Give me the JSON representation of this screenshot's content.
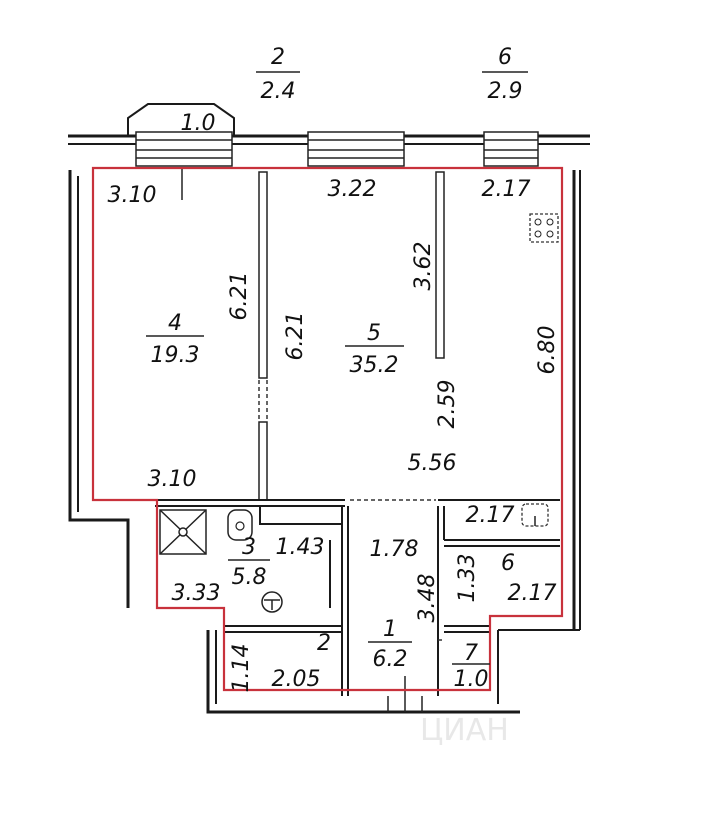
{
  "balconies": [
    {
      "number": "2",
      "area": "2.4"
    },
    {
      "number": "6",
      "area": "2.9"
    }
  ],
  "rooms": [
    {
      "number": "4",
      "area": "19.3"
    },
    {
      "number": "5",
      "area": "35.2"
    },
    {
      "number": "3",
      "area": "5.8"
    },
    {
      "number": "1",
      "area": "6.2"
    },
    {
      "number": "6",
      "area": ""
    },
    {
      "number": "7",
      "area": "1.0"
    },
    {
      "number": "2",
      "area": ""
    }
  ],
  "dimensions": {
    "window_width": "1.0",
    "room4_top": "3.10",
    "room4_bottom": "3.10",
    "room4_height": "6.21",
    "room5_left_height": "6.21",
    "room5_top": "3.22",
    "room5_inner_wall": "3.62",
    "room5_lower": "2.59",
    "room5_width": "5.56",
    "kitchen_top": "2.17",
    "kitchen_height": "6.80",
    "kitchen_bottom": "2.17",
    "bath_width": "1.43",
    "bath_length": "3.33",
    "hall_width": "1.78",
    "hall_length": "3.48",
    "room6_height": "1.33",
    "room6_width": "2.17",
    "wc_height": "1.14",
    "wc_width": "2.05"
  },
  "watermark": "ЦИАН"
}
